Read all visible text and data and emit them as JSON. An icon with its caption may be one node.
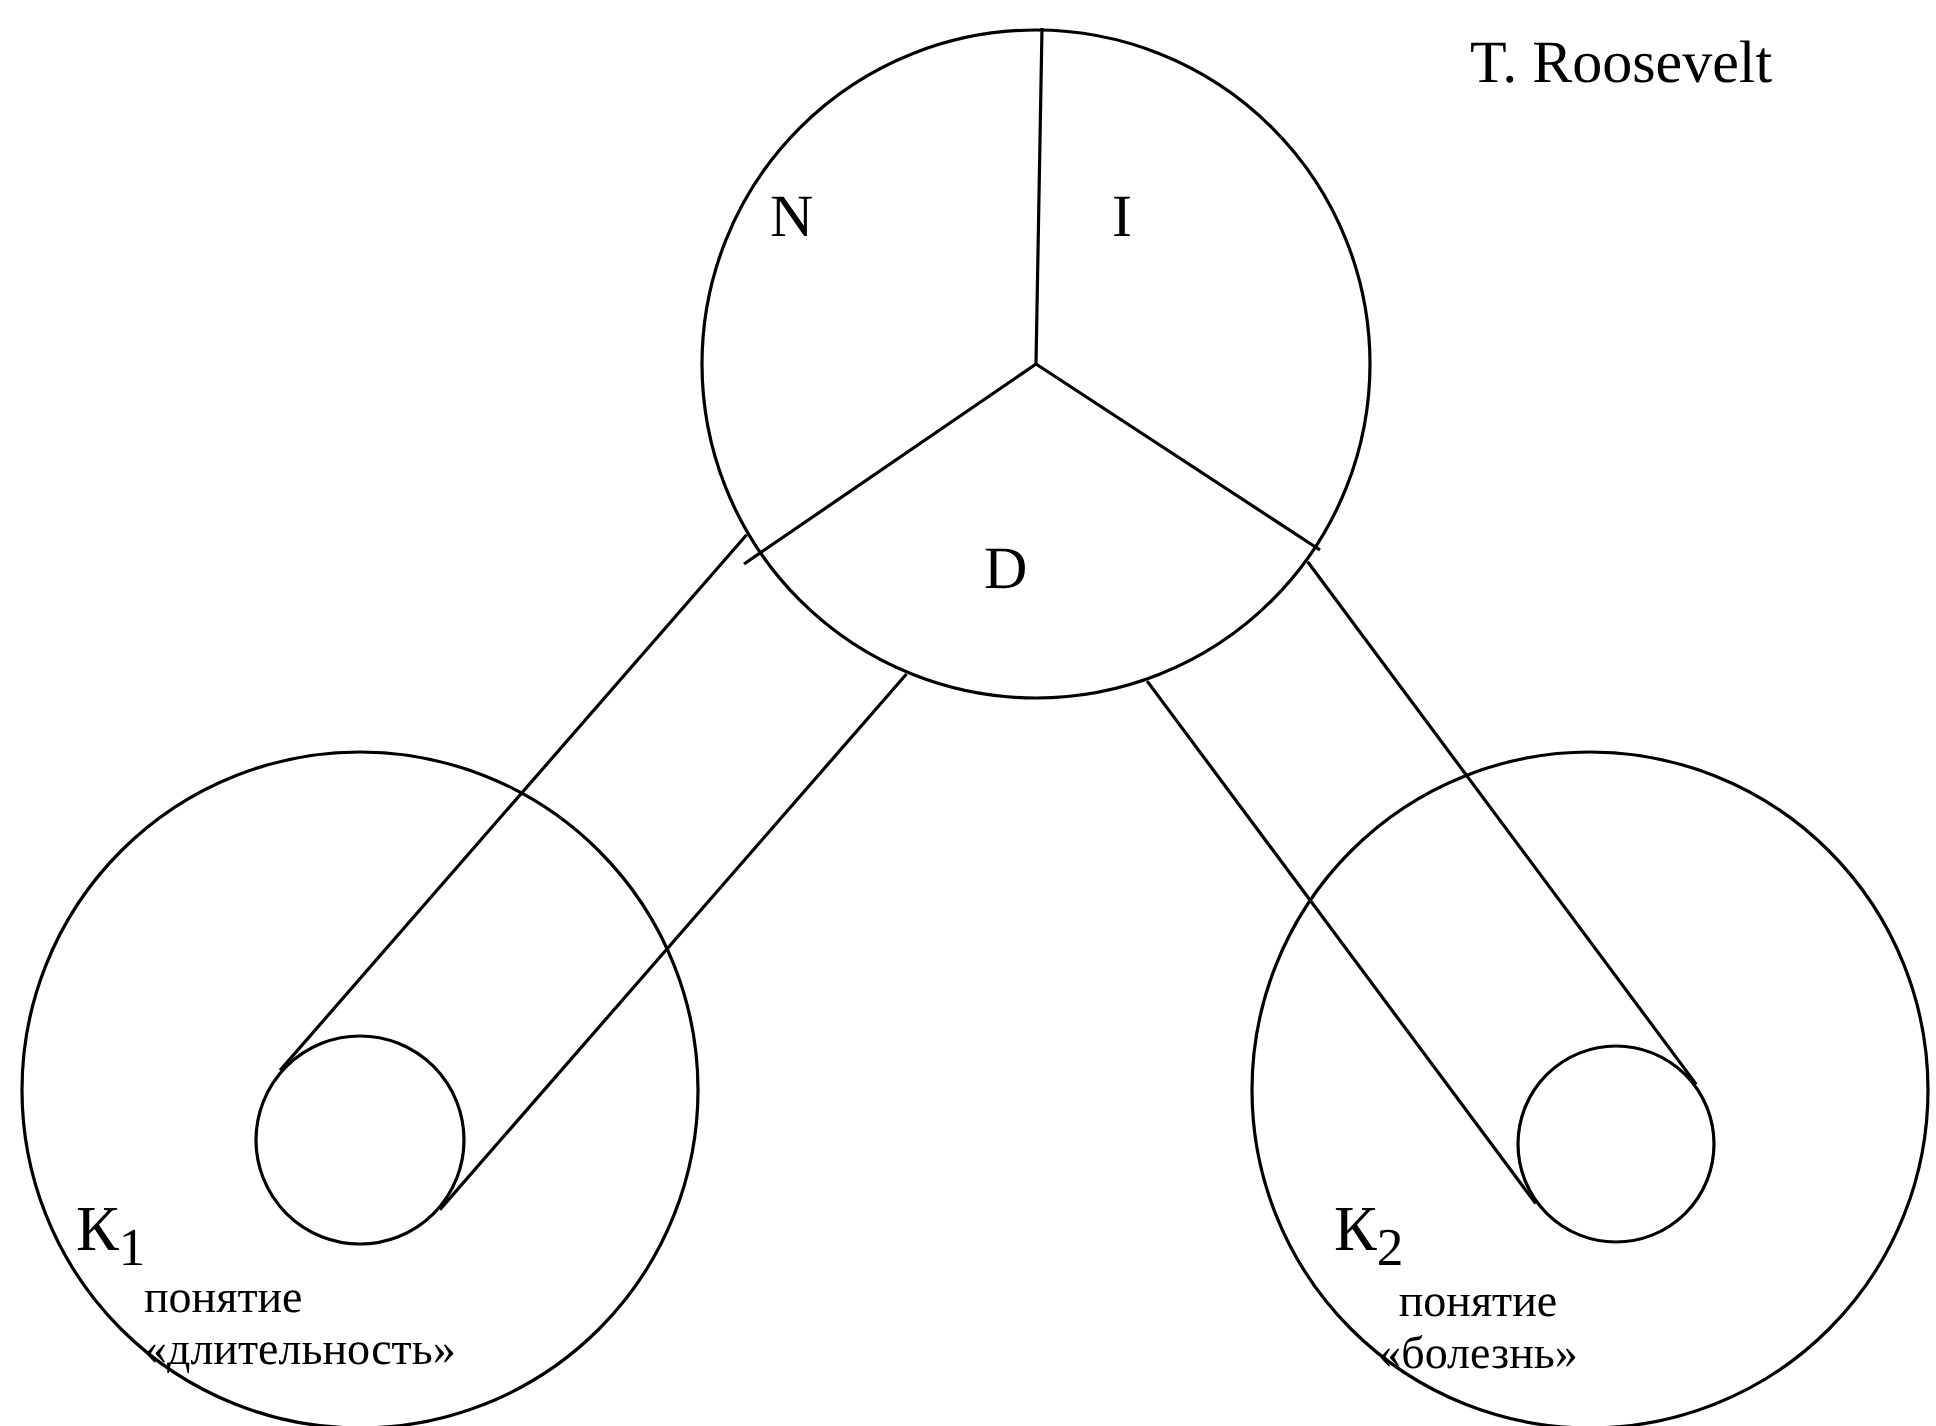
{
  "diagram": {
    "nodes": [
      {
        "text": [
          "N",
          "I",
          "D"
        ]
      },
      {
        "text": [
          "К$_{1}$",
          "понятие «длительность»"
        ]
      },
      {
        "text": [],
        "shape": "circle",
        "in": 1
      },
      {
        "text": [
          "К$_{2}$",
          "понятие «болезнь»"
        ]
      },
      {
        "text": [],
        "shape": "circle",
        "in": 3
      }
    ],
    "edges": [
      {
        "from": 0,
        "to": 2,
        "arrow": "none"
      },
      {
        "from": 0,
        "to": 2,
        "arrow": "none"
      },
      {
        "from": 0,
        "to": 4,
        "arrow": "none"
      },
      {
        "from": 0,
        "to": 4,
        "arrow": "none"
      }
    ],
    "labels": [
      "T. Roosevelt"
    ]
  }
}
